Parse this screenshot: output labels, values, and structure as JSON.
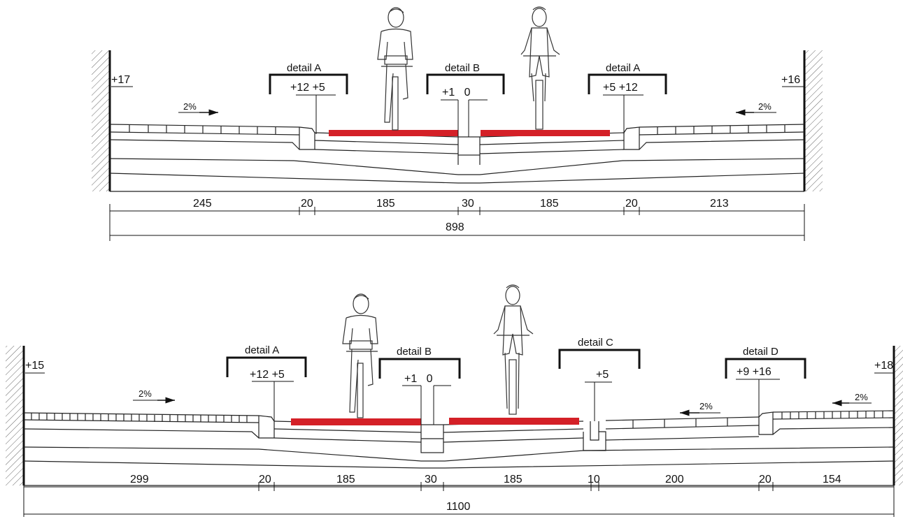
{
  "sections": [
    {
      "id": "top",
      "left_wall_level": "+17",
      "right_wall_level": "+16",
      "details": [
        {
          "title": "detail A",
          "values": "+12 +5"
        },
        {
          "title": "detail B",
          "values": "+1   0"
        },
        {
          "title": "detail A",
          "values": "+5 +12"
        }
      ],
      "slopes": [
        "2%",
        "2%"
      ],
      "dimensions": [
        "245",
        "20",
        "185",
        "30",
        "185",
        "20",
        "213"
      ],
      "total": "898"
    },
    {
      "id": "bottom",
      "left_wall_level": "+15",
      "right_wall_level": "+18",
      "details": [
        {
          "title": "detail A",
          "values": "+12 +5"
        },
        {
          "title": "detail B",
          "values": "+1   0"
        },
        {
          "title": "detail C",
          "values": "+5"
        },
        {
          "title": "detail D",
          "values": "+9 +16"
        }
      ],
      "slopes": [
        "2%",
        "2%",
        "2%"
      ],
      "dimensions": [
        "299",
        "20",
        "185",
        "30",
        "185",
        "10",
        "200",
        "20",
        "154"
      ],
      "total": "1100"
    }
  ],
  "colors": {
    "bike_lane": "#d42027",
    "line": "#222222"
  }
}
